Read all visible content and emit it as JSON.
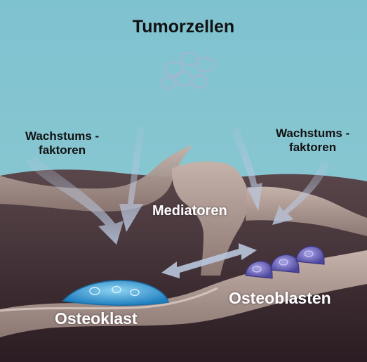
{
  "labels": {
    "tumor": "Tumorzellen",
    "growth_factors_left_line1": "Wachstums -",
    "growth_factors_left_line2": "faktoren",
    "growth_factors_right_line1": "Wachstums -",
    "growth_factors_right_line2": "faktoren",
    "mediators": "Mediatoren",
    "osteoblasts": "Osteoblasten",
    "osteoclast": "Osteoklast"
  },
  "colors": {
    "water": "#86c3cf",
    "marrow": "#3a2a30",
    "bone": "#a08c86",
    "bone_light": "#c9b7ae",
    "arrow": "#b9c6dd",
    "osteoclast": "#3aa3d6",
    "osteoblast": "#6d66c4"
  }
}
